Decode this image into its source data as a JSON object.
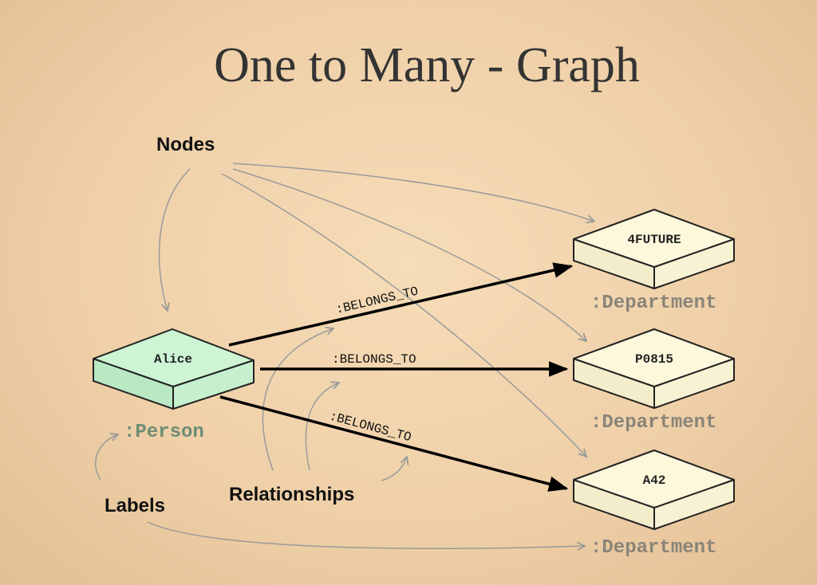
{
  "title": "One to Many - Graph",
  "callouts": {
    "nodes": "Nodes",
    "relationships": "Relationships",
    "labels": "Labels"
  },
  "person_node": {
    "name": "Alice",
    "label": ":Person",
    "color": "#cdf5d4",
    "label_color": "#6e8c76"
  },
  "department_nodes": [
    {
      "name": "4FUTURE",
      "label": ":Department"
    },
    {
      "name": "P0815",
      "label": ":Department"
    },
    {
      "name": "A42",
      "label": ":Department"
    }
  ],
  "department_color": "#fdf8dc",
  "department_label_color": "#8a8478",
  "relationships": [
    ":BELONGS_TO",
    ":BELONGS_TO",
    ":BELONGS_TO"
  ]
}
